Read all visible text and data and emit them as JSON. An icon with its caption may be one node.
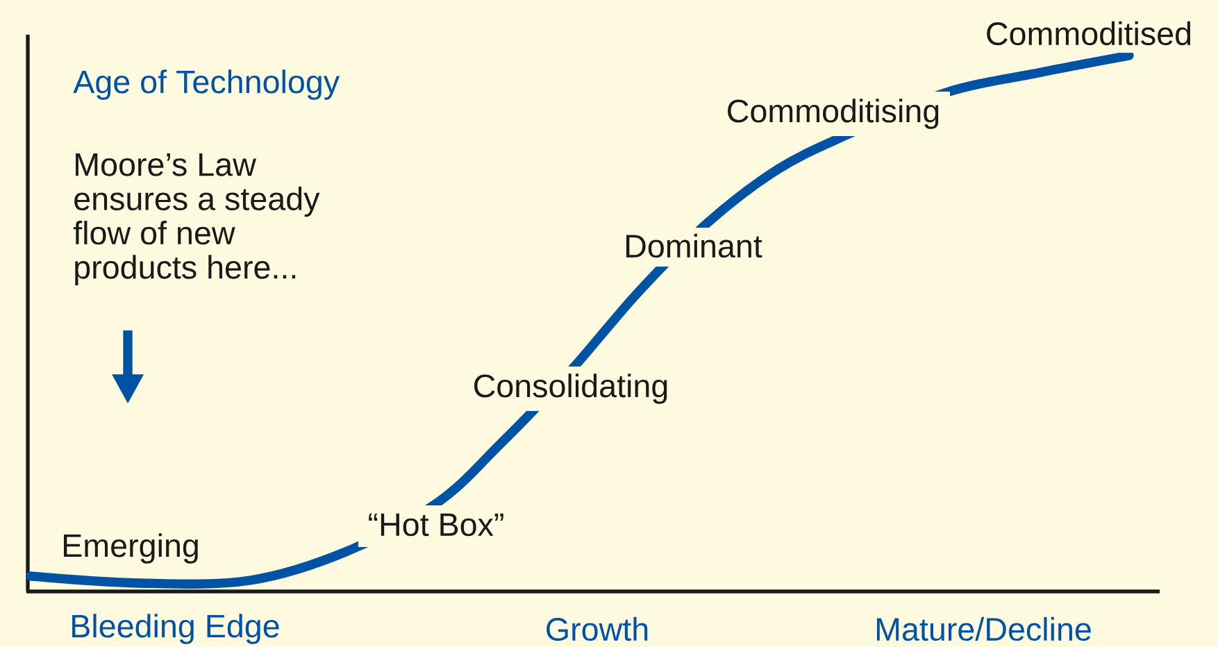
{
  "diagram": {
    "labels": [
      "Commoditised",
      "Age of Technology",
      "Commoditising",
      "Moore’s Law ensures a steady flow of new products here...",
      "Dominant",
      "Consolidating",
      "“Hot Box”",
      "Emerging",
      "Bleeding Edge",
      "Growth",
      "Mature/Decline"
    ]
  }
}
